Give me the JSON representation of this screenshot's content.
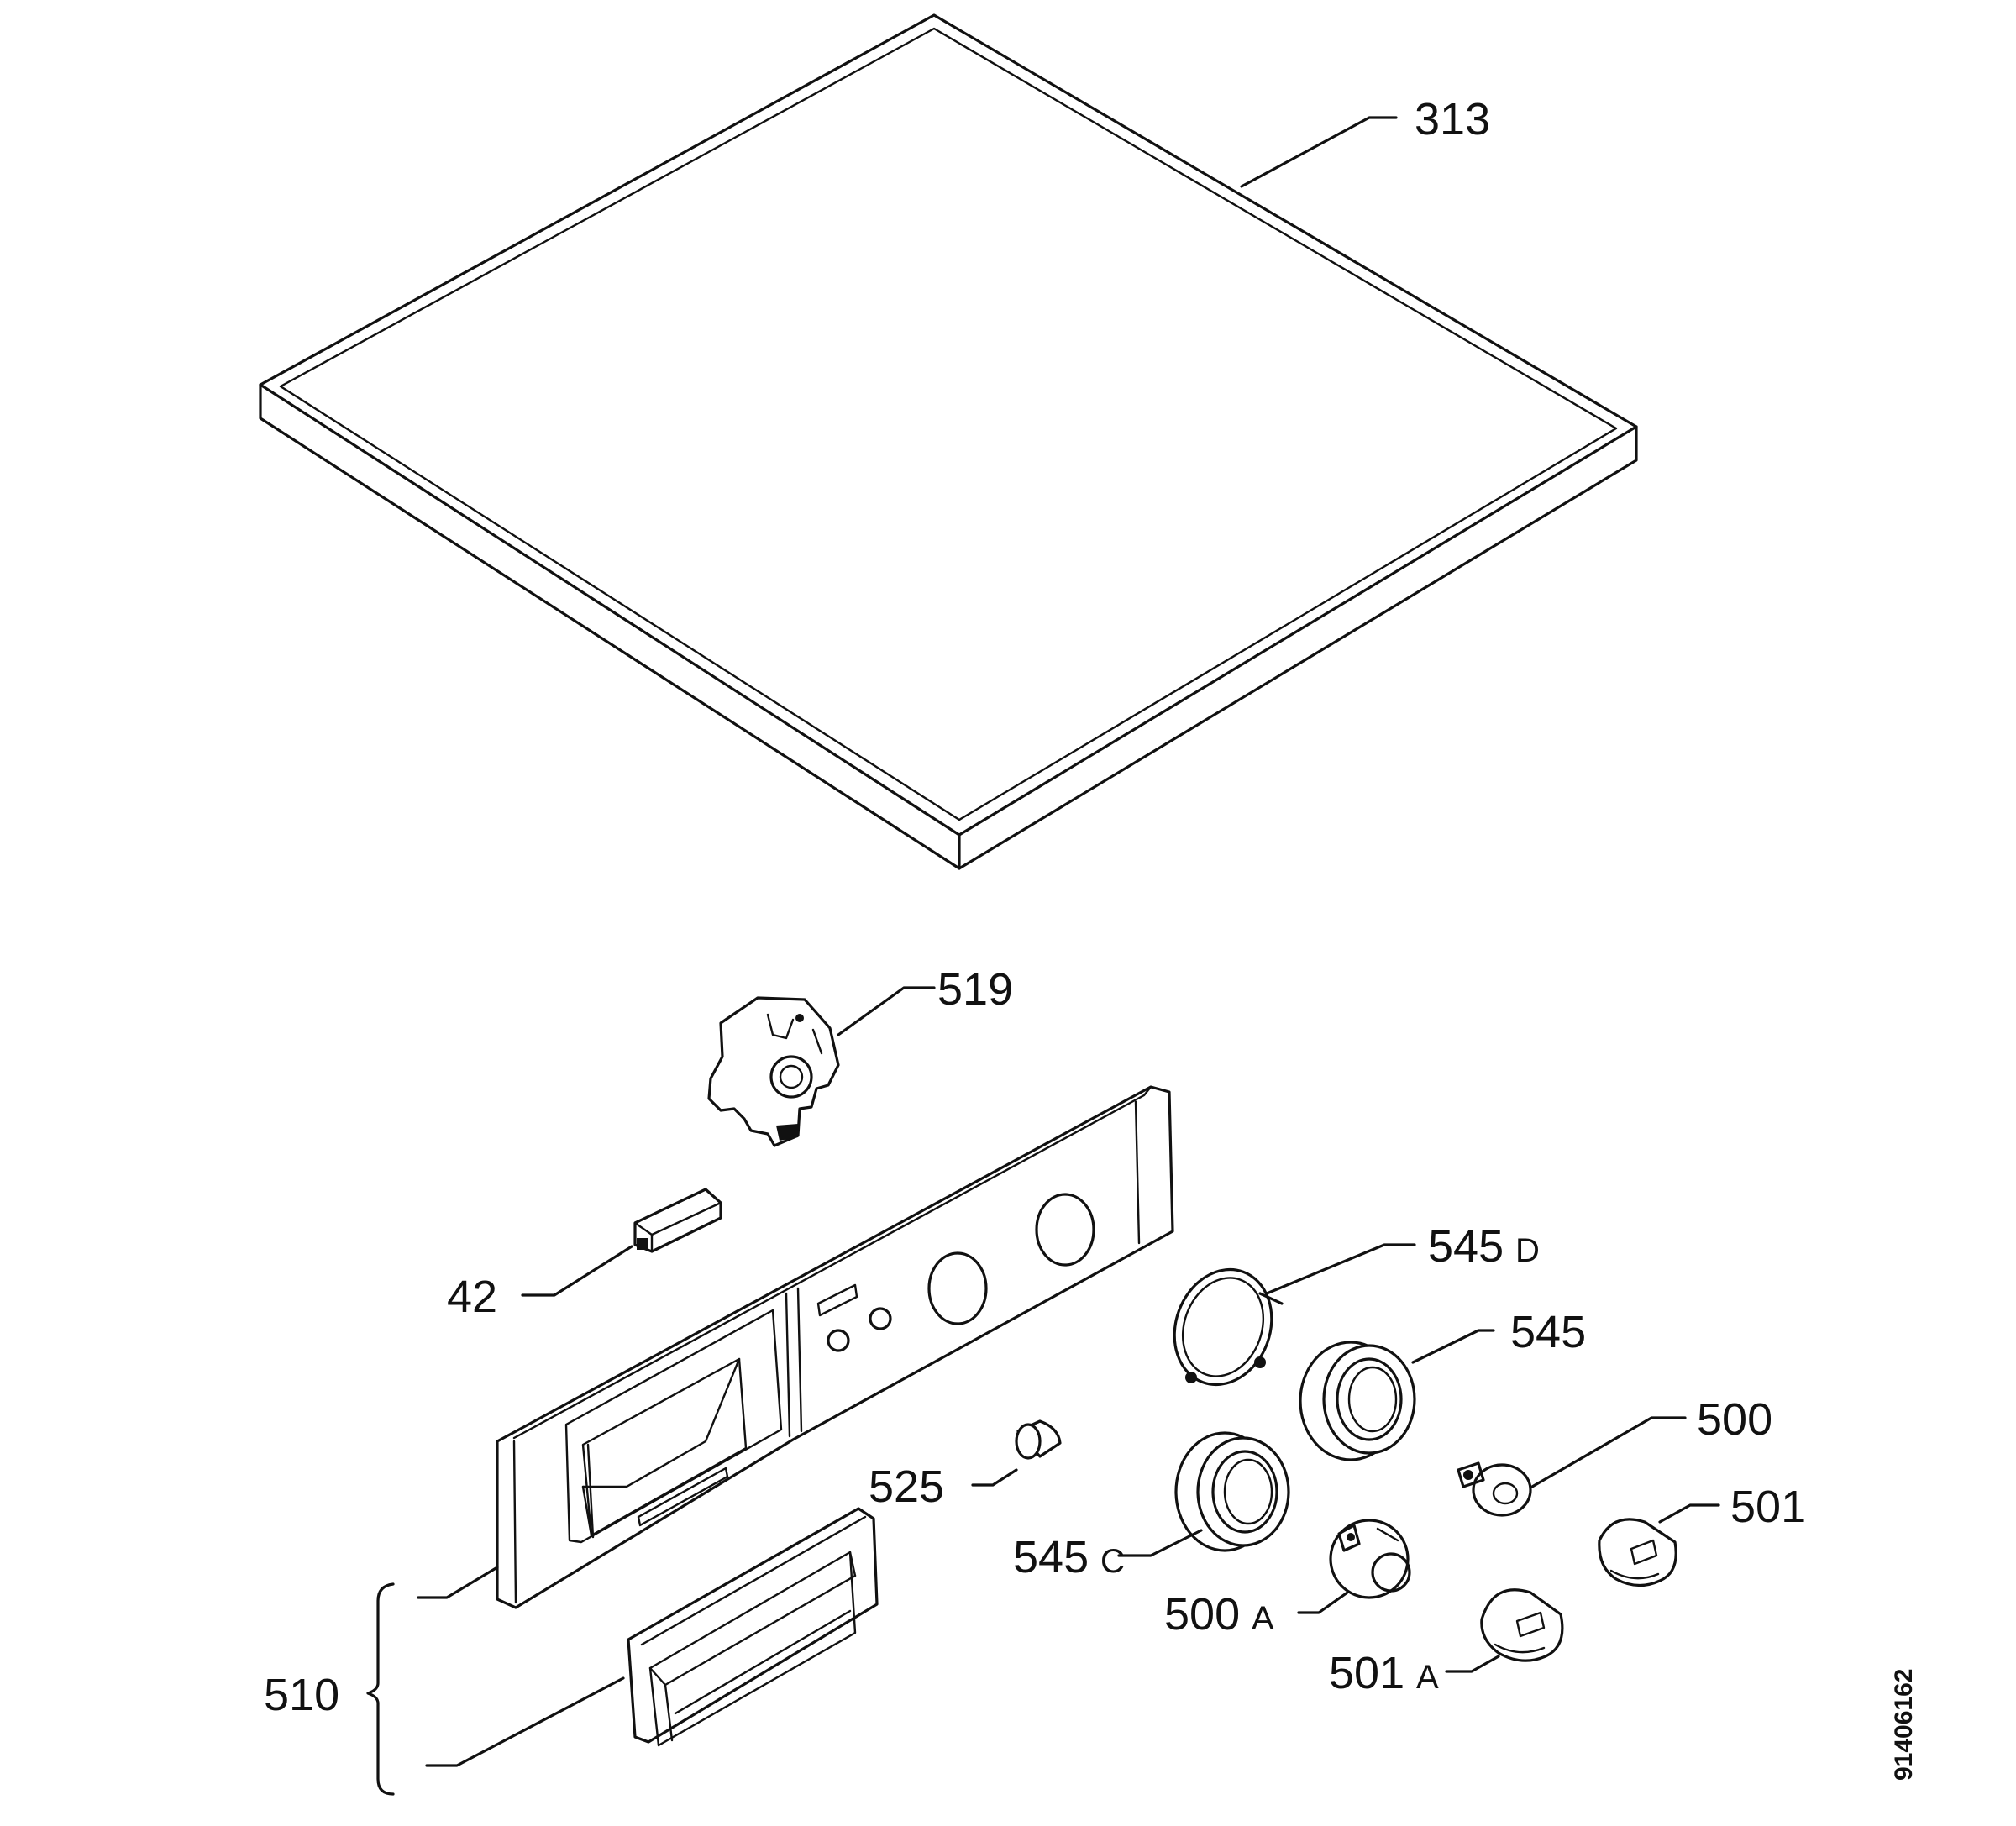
{
  "labels": {
    "p313": "313",
    "p519": "519",
    "p42": "42",
    "p545d_num": "545",
    "p545d_suf": "D",
    "p545": "545",
    "p500": "500",
    "p525": "525",
    "p501": "501",
    "p545c_num": "545",
    "p545c_suf": "C",
    "p500a_num": "500",
    "p500a_suf": "A",
    "p501a_num": "501",
    "p501a_suf": "A",
    "p510": "510"
  },
  "document_id": "91406162"
}
